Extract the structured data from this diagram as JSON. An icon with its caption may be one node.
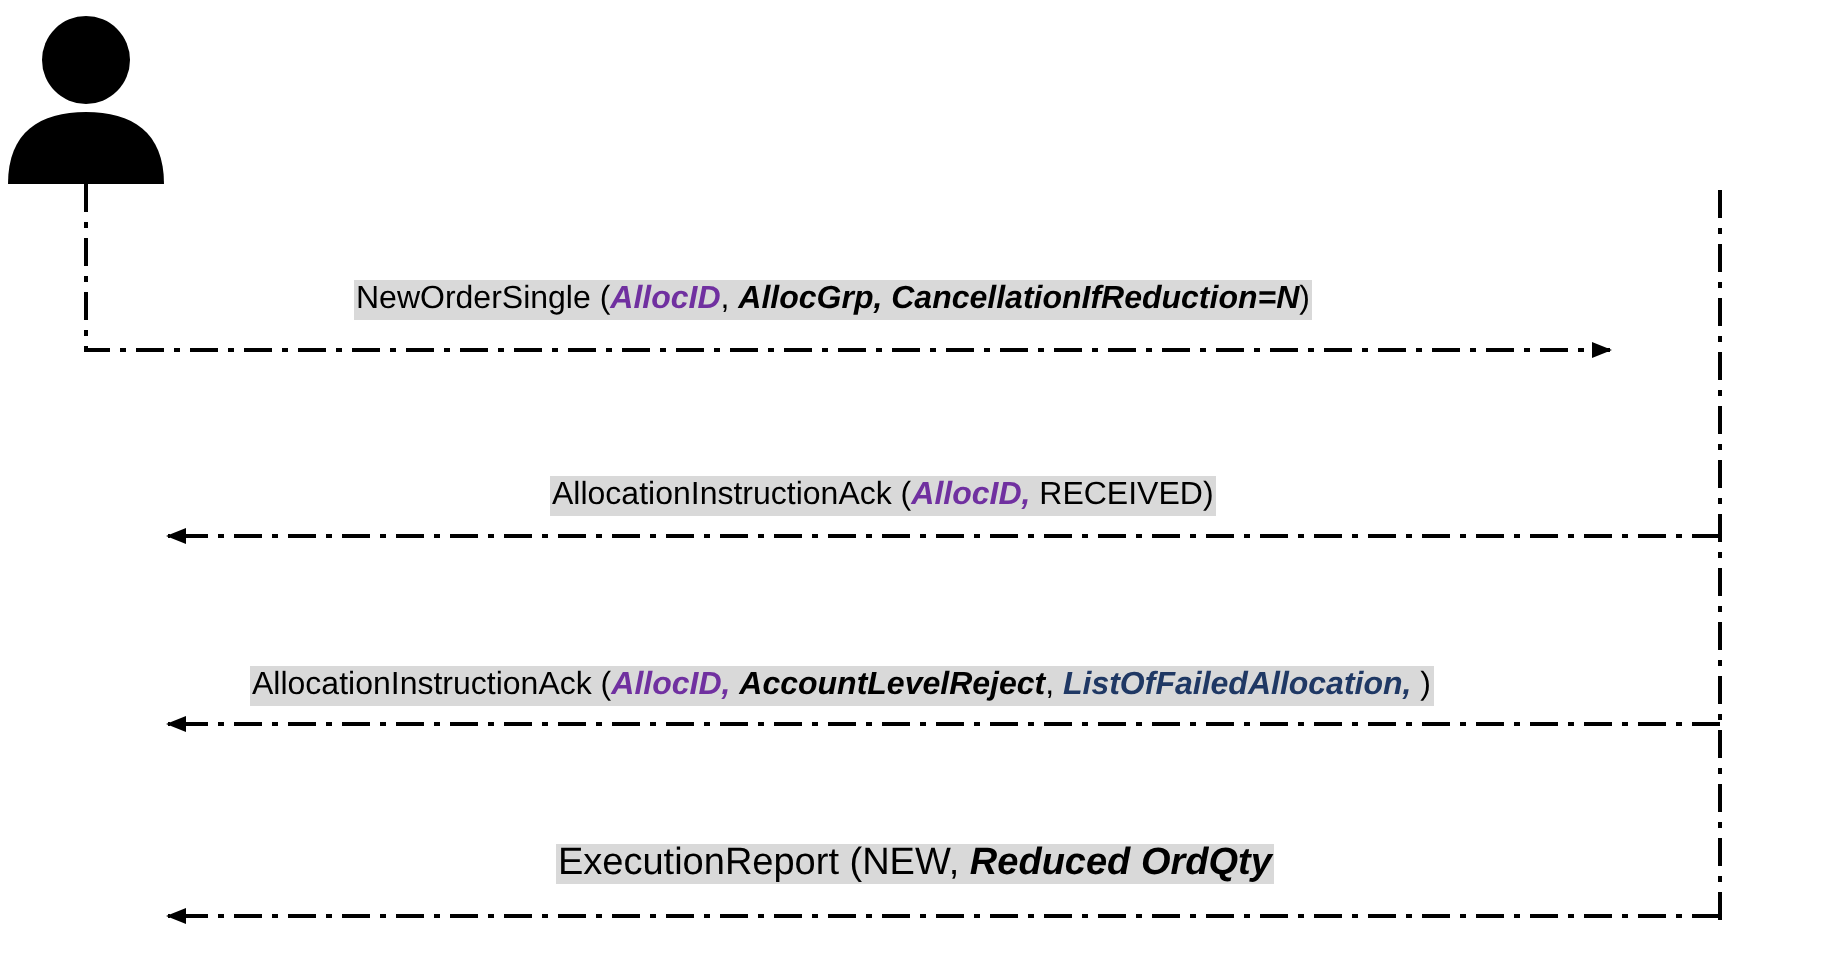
{
  "diagram": {
    "nodes": [
      {
        "text": [],
        "shape": "person"
      },
      {
        "text": [],
        "shape": "bar"
      }
    ],
    "edges": [
      {
        "from": 0,
        "to": null,
        "arrow": "to",
        "style": "dashed",
        "label": "NewOrderSingle (**AllocID**, **AllocGrp, CancellationIfReduction=N**)"
      },
      {
        "from": 1,
        "to": null,
        "arrow": "to",
        "style": "dashed",
        "label": "AllocationInstructionAck (**AllocID,** RECEIVED)"
      },
      {
        "from": 1,
        "to": null,
        "arrow": "to",
        "style": "dashed",
        "label": "AllocationInstructionAck (**AllocID,** **AccountLevelReject**, **ListOfFailedAllocation,** )"
      },
      {
        "from": 1,
        "to": null,
        "arrow": "to",
        "style": "dashed",
        "label": "ExecutionReport (NEW, **Reduced OrdQty**"
      }
    ]
  }
}
